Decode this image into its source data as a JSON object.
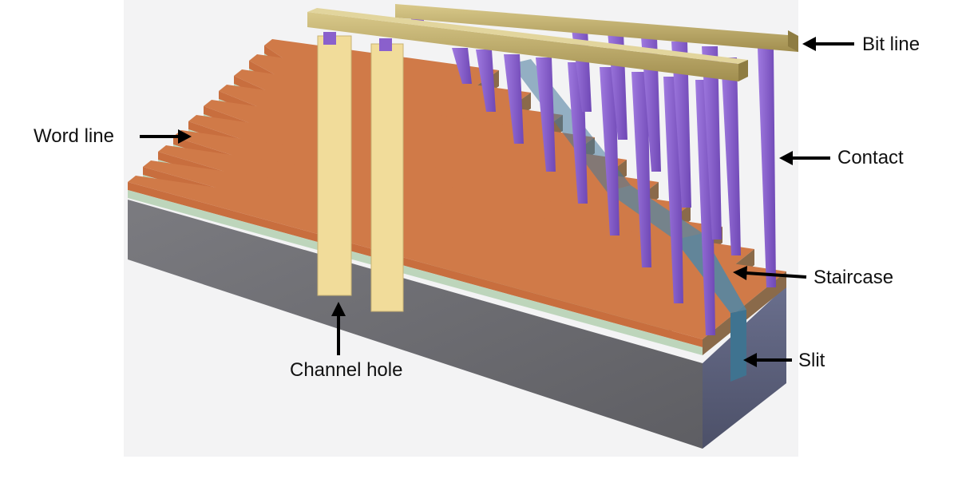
{
  "labels": {
    "bit_line": "Bit line",
    "word_line": "Word line",
    "contact": "Contact",
    "staircase": "Staircase",
    "slit": "Slit",
    "channel_hole": "Channel hole"
  },
  "colors": {
    "background": "#ffffff",
    "backdrop": "#f3f3f4",
    "word_line_layer": "#d07a48",
    "insulator_layer": "#bdd5bb",
    "substrate_front": "#6d6d73",
    "substrate_side": "#595e7a",
    "contact": "#8a60cc",
    "bit_line": "#b7a464",
    "channel_hole": "#f1dc9a",
    "slit": "#4a7f9e",
    "arrow": "#000000"
  }
}
